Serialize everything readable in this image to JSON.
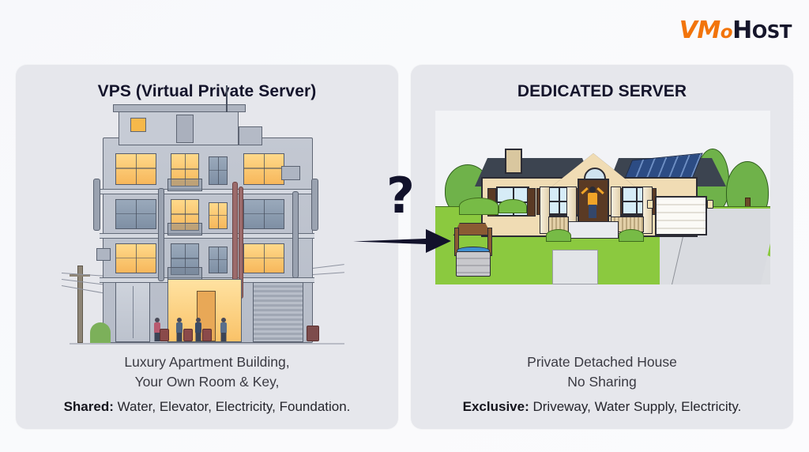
{
  "logo": {
    "part_v": "V",
    "part_m": "M",
    "part_o": "o",
    "part_h": "H",
    "part_ost": "OST",
    "full_text": "VMoHost",
    "accent_color": "#F2740B",
    "dark_color": "#16162b"
  },
  "comparison": {
    "connector_symbol": "?",
    "connector_arrow": "arrow-right",
    "left": {
      "title": "VPS (Virtual Private Server)",
      "illustration": "apartment-building",
      "caption_lines": [
        "Luxury Apartment Building,",
        "Your Own Room & Key,"
      ],
      "highlight_label": "Shared:",
      "highlight_value": "Water, Elevator, Electricity, Foundation."
    },
    "right": {
      "title": "DEDICATED SERVER",
      "illustration": "detached-house",
      "caption_lines": [
        "Private Detached House",
        "No Sharing"
      ],
      "highlight_label": "Exclusive:",
      "highlight_value": "Driveway, Water Supply, Electricity."
    }
  }
}
